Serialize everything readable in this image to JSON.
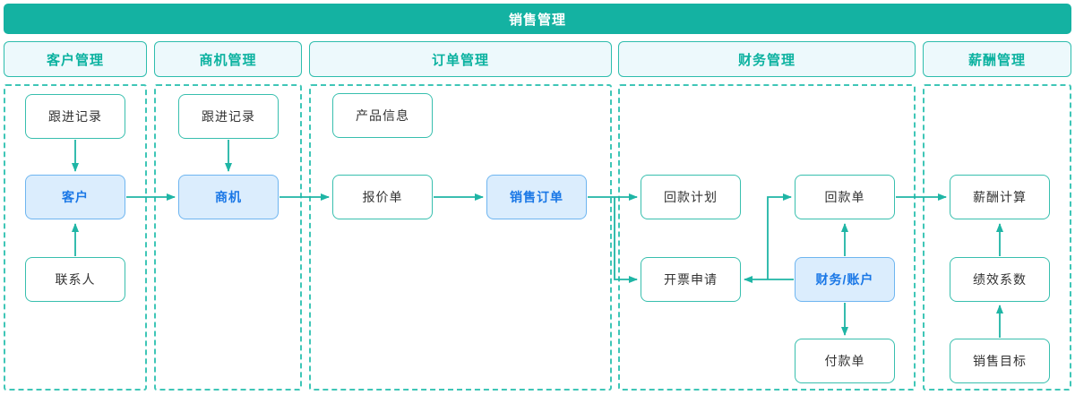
{
  "title": "销售管理",
  "colors": {
    "bar_background": "#14B2A2",
    "bar_text": "#FFFFFF",
    "header_background": "#EDF9FC",
    "header_text": "#0CB2A0",
    "lane_dashed_border": "#3FC6B7",
    "node_border": "#38BFAE",
    "node_text": "#333333",
    "highlight_node_background": "#DBEDFD",
    "highlight_node_border": "#6EB5F0",
    "highlight_node_text": "#1977E6",
    "arrow": "#1FB5A5"
  },
  "columns": [
    {
      "header": "客户管理",
      "nodes": [
        {
          "label": "跟进记录",
          "highlight": false
        },
        {
          "label": "客户",
          "highlight": true
        },
        {
          "label": "联系人",
          "highlight": false
        }
      ]
    },
    {
      "header": "商机管理",
      "nodes": [
        {
          "label": "跟进记录",
          "highlight": false
        },
        {
          "label": "商机",
          "highlight": true
        }
      ]
    },
    {
      "header": "订单管理",
      "nodes": [
        {
          "label": "产品信息",
          "highlight": false
        },
        {
          "label": "报价单",
          "highlight": false
        },
        {
          "label": "销售订单",
          "highlight": true
        }
      ]
    },
    {
      "header": "财务管理",
      "nodes": [
        {
          "label": "回款计划",
          "highlight": false
        },
        {
          "label": "开票申请",
          "highlight": false
        },
        {
          "label": "回款单",
          "highlight": false
        },
        {
          "label": "财务/账户",
          "highlight": true
        },
        {
          "label": "付款单",
          "highlight": false
        }
      ]
    },
    {
      "header": "薪酬管理",
      "nodes": [
        {
          "label": "薪酬计算",
          "highlight": false
        },
        {
          "label": "绩效系数",
          "highlight": false
        },
        {
          "label": "销售目标",
          "highlight": false
        }
      ]
    }
  ],
  "edges": [
    {
      "from": "跟进记录(客户管理)",
      "to": "客户"
    },
    {
      "from": "联系人",
      "to": "客户"
    },
    {
      "from": "客户",
      "to": "商机"
    },
    {
      "from": "跟进记录(商机管理)",
      "to": "商机"
    },
    {
      "from": "商机",
      "to": "报价单"
    },
    {
      "from": "报价单",
      "to": "销售订单"
    },
    {
      "from": "销售订单",
      "to": "回款计划"
    },
    {
      "from": "销售订单",
      "to": "开票申请"
    },
    {
      "from": "财务/账户",
      "to": "开票申请"
    },
    {
      "from": "财务/账户",
      "to": "回款单(侧边)"
    },
    {
      "from": "财务/账户",
      "to": "回款单"
    },
    {
      "from": "财务/账户",
      "to": "付款单"
    },
    {
      "from": "回款单",
      "to": "薪酬计算"
    },
    {
      "from": "绩效系数",
      "to": "薪酬计算"
    },
    {
      "from": "销售目标",
      "to": "绩效系数"
    }
  ]
}
